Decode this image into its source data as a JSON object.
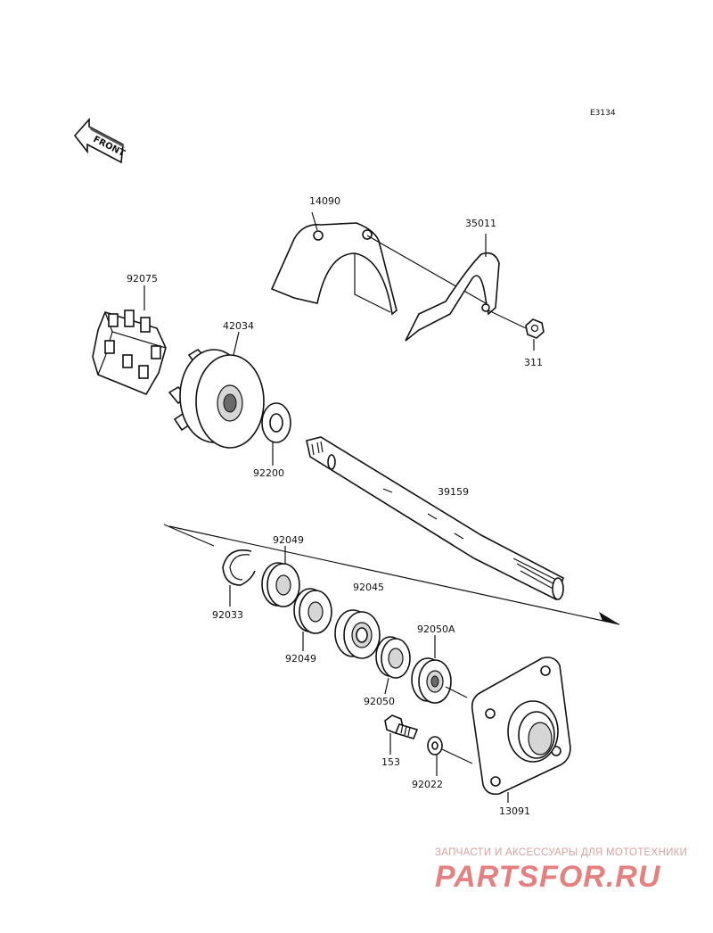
{
  "diagram_code": "E3134",
  "front_arrow_label": "FRONT",
  "parts": {
    "p14090": "14090",
    "p35011": "35011",
    "p92075": "92075",
    "p42034": "42034",
    "p311": "311",
    "p92200": "92200",
    "p39159": "39159",
    "p92049a": "92049",
    "p92045": "92045",
    "p92033": "92033",
    "p92049b": "92049",
    "p92050A": "92050A",
    "p92050": "92050",
    "p153": "153",
    "p92022": "92022",
    "p13091": "13091"
  },
  "watermark": {
    "tagline": "ЗАПЧАСТИ И АКСЕССУАРЫ ДЛЯ МОТОТЕХНИКИ",
    "logo": "PARTSFOR.RU"
  }
}
